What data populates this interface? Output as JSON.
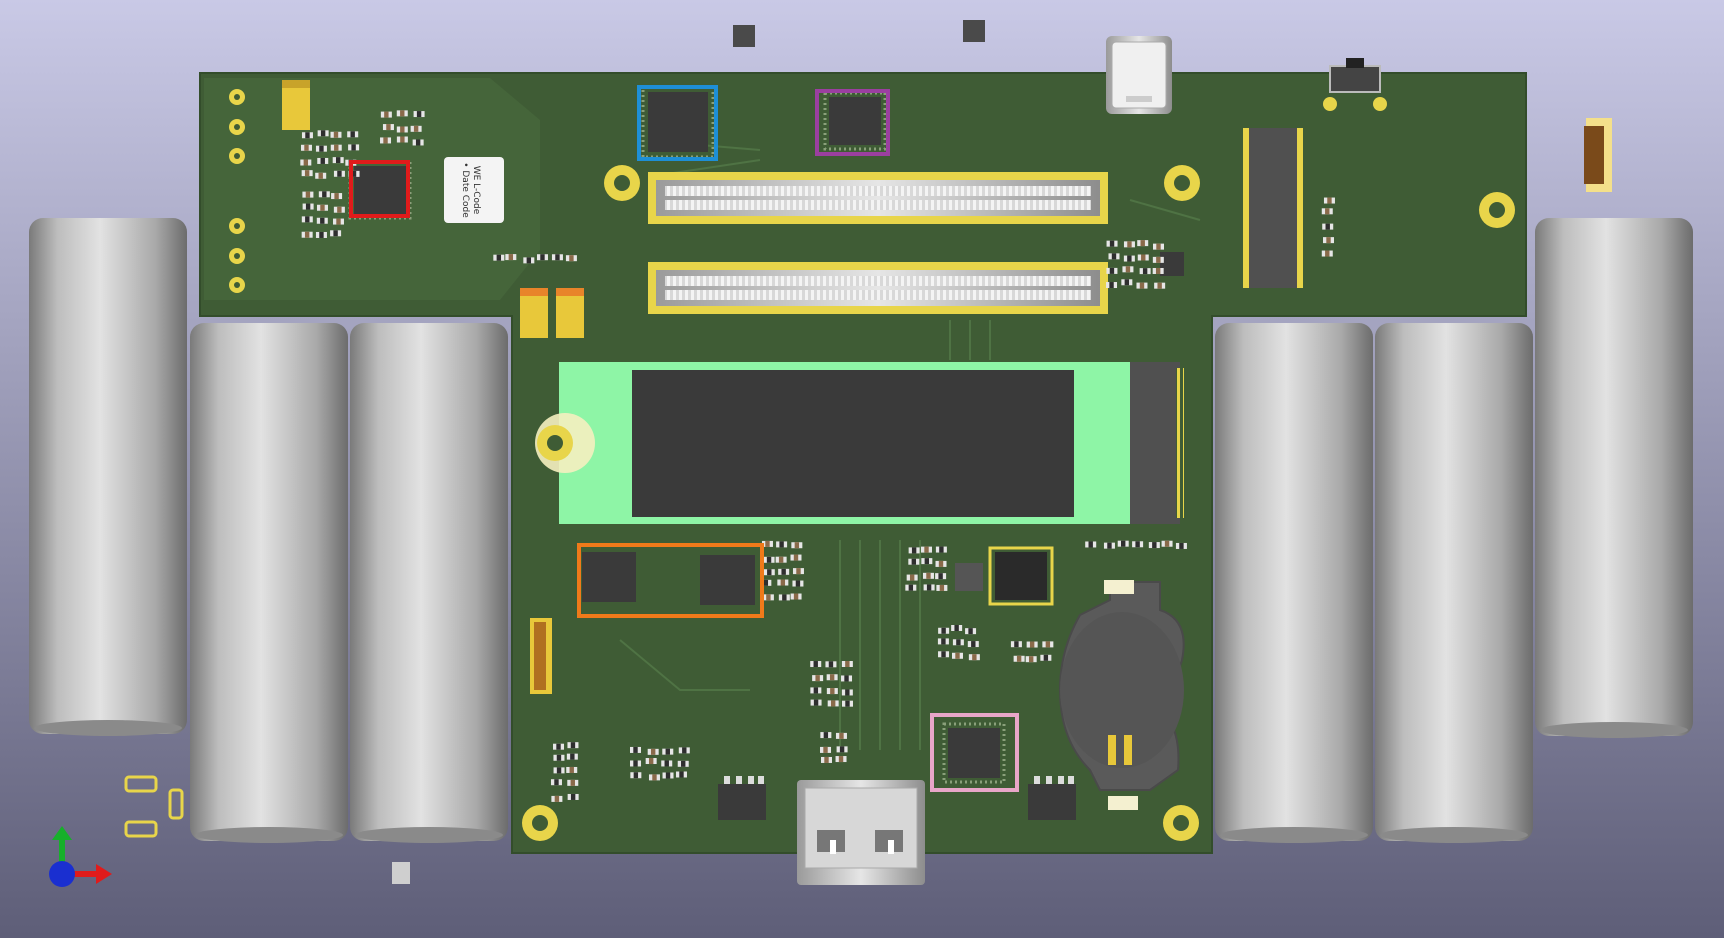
{
  "viewer": {
    "background_top": "#c9c9e6",
    "background_bottom": "#5e5e78"
  },
  "board": {
    "pcb_color": "#3f5c35",
    "pcb_edge_color": "#334d2b",
    "copper_color": "#e8d54a",
    "silk_color": "#f0f0f0",
    "inductor_label_lines": [
      "WE  L-Code",
      "• Date Code"
    ]
  },
  "highlights": [
    {
      "name": "red-box",
      "color": "#e01b1b"
    },
    {
      "name": "blue-box",
      "color": "#1e8fd6"
    },
    {
      "name": "purple-box",
      "color": "#9b3fa0"
    },
    {
      "name": "orange-box",
      "color": "#f07a1a"
    },
    {
      "name": "pink-box",
      "color": "#e8a6c8"
    }
  ],
  "components": {
    "batteries": 6,
    "board_to_board_connectors": 2,
    "m2_module_color": "#8ef5a6",
    "usb_c_connectors": 2,
    "coin_cell_holders": 1
  },
  "axes": [
    {
      "name": "x-axis",
      "color": "#e01b1b"
    },
    {
      "name": "y-axis",
      "color": "#16b02a"
    },
    {
      "name": "z-axis",
      "color": "#1a2fd0"
    }
  ]
}
